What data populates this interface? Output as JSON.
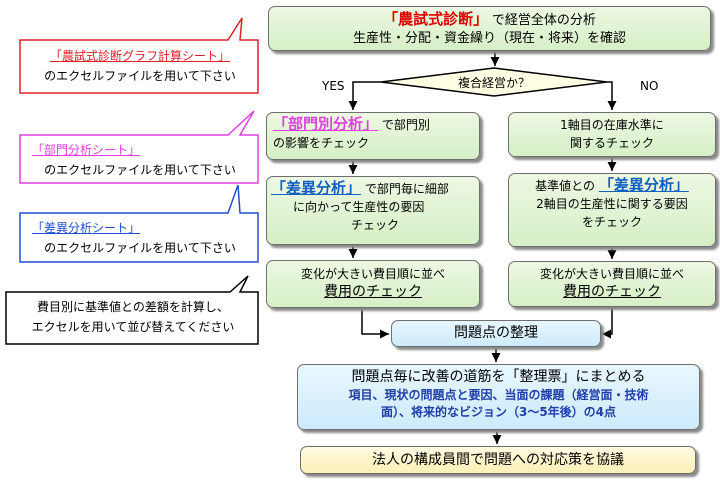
{
  "top_box": {
    "highlight": "「農試式診断」",
    "text1": "で経営全体の分析",
    "text2": "生産性・分配・資金繰り（現在・将来）を確認"
  },
  "decision": {
    "text": "複合経営か？",
    "yes": "YES",
    "no": "NO"
  },
  "left_branch": {
    "box1": {
      "highlight": "「部門別分析」",
      "text1": "で部門別",
      "text2": "の影響をチェック"
    },
    "box2": {
      "highlight": "「差異分析」",
      "text1": "で部門毎に細部",
      "text2": "に向かって生産性の要因",
      "text3": "チェック"
    },
    "box3": {
      "line1": "変化が大きい費目順に並べ",
      "line2": "費用のチェック"
    }
  },
  "right_branch": {
    "box1": {
      "line1": "1軸目の在庫水準に",
      "line2": "関するチェック"
    },
    "box2": {
      "text0": "基準値との",
      "highlight": "「差異分析」",
      "line2": "2軸目の生産性に関する要因",
      "line3": "をチェック"
    },
    "box3": {
      "line1": "変化が大きい費目順に並べ",
      "line2": "費用のチェック"
    }
  },
  "problem_box": {
    "text": "問題点の整理"
  },
  "summary_box": {
    "line1": "問題点毎に改善の道筋を「整理票」にまとめる",
    "line2": "項目、現状の問題点と要因、当面の課題（経営面・技術",
    "line3": "面）、将来的なビジョン（3〜5年後）の4点"
  },
  "final_box": {
    "text": "法人の構成員間で問題への対応策を協議"
  },
  "callouts": [
    {
      "title": "「農試式診断グラフ計算シート」",
      "body": "のエクセルファイルを用いて下さい",
      "color": "#e0202a"
    },
    {
      "title": "「部門分析シート」",
      "body": "のエクセルファイルを用いて下さい",
      "color": "#e040e0"
    },
    {
      "title": "「差異分析シート」",
      "body": "のエクセルファイルを用いて下さい",
      "color": "#2050d0"
    },
    {
      "line1": "費目別に基準値との差額を計算し、",
      "line2": "エクセルを用いて並び替えてください",
      "color": "#000000"
    }
  ]
}
